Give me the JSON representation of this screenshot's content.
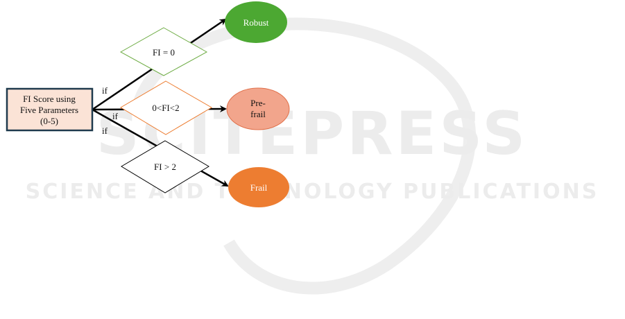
{
  "watermark": {
    "title": "SCITEPRESS",
    "subtitle": "SCIENCE AND TECHNOLOGY PUBLICATIONS"
  },
  "source": {
    "line1": "FI Score using",
    "line2": "Five Parameters",
    "line3": "(0-5)"
  },
  "branch_labels": {
    "top": "if",
    "middle": "if",
    "bottom": "if"
  },
  "conditions": {
    "robust": "FI = 0",
    "prefrail": "0<FI<2",
    "frail": "FI > 2"
  },
  "outcomes": {
    "robust": "Robust",
    "prefrail_line1": "Pre-",
    "prefrail_line2": "frail",
    "frail": "Frail"
  },
  "colors": {
    "robust_fill": "#4ca832",
    "prefrail_fill": "#f2a58c",
    "frail_fill": "#ed7d31",
    "source_fill": "#fbe3d6",
    "source_border": "#1f3a4d",
    "robust_diamond_border": "#70ad47",
    "prefrail_diamond_border": "#ed7d31",
    "frail_diamond_border": "#000000"
  }
}
